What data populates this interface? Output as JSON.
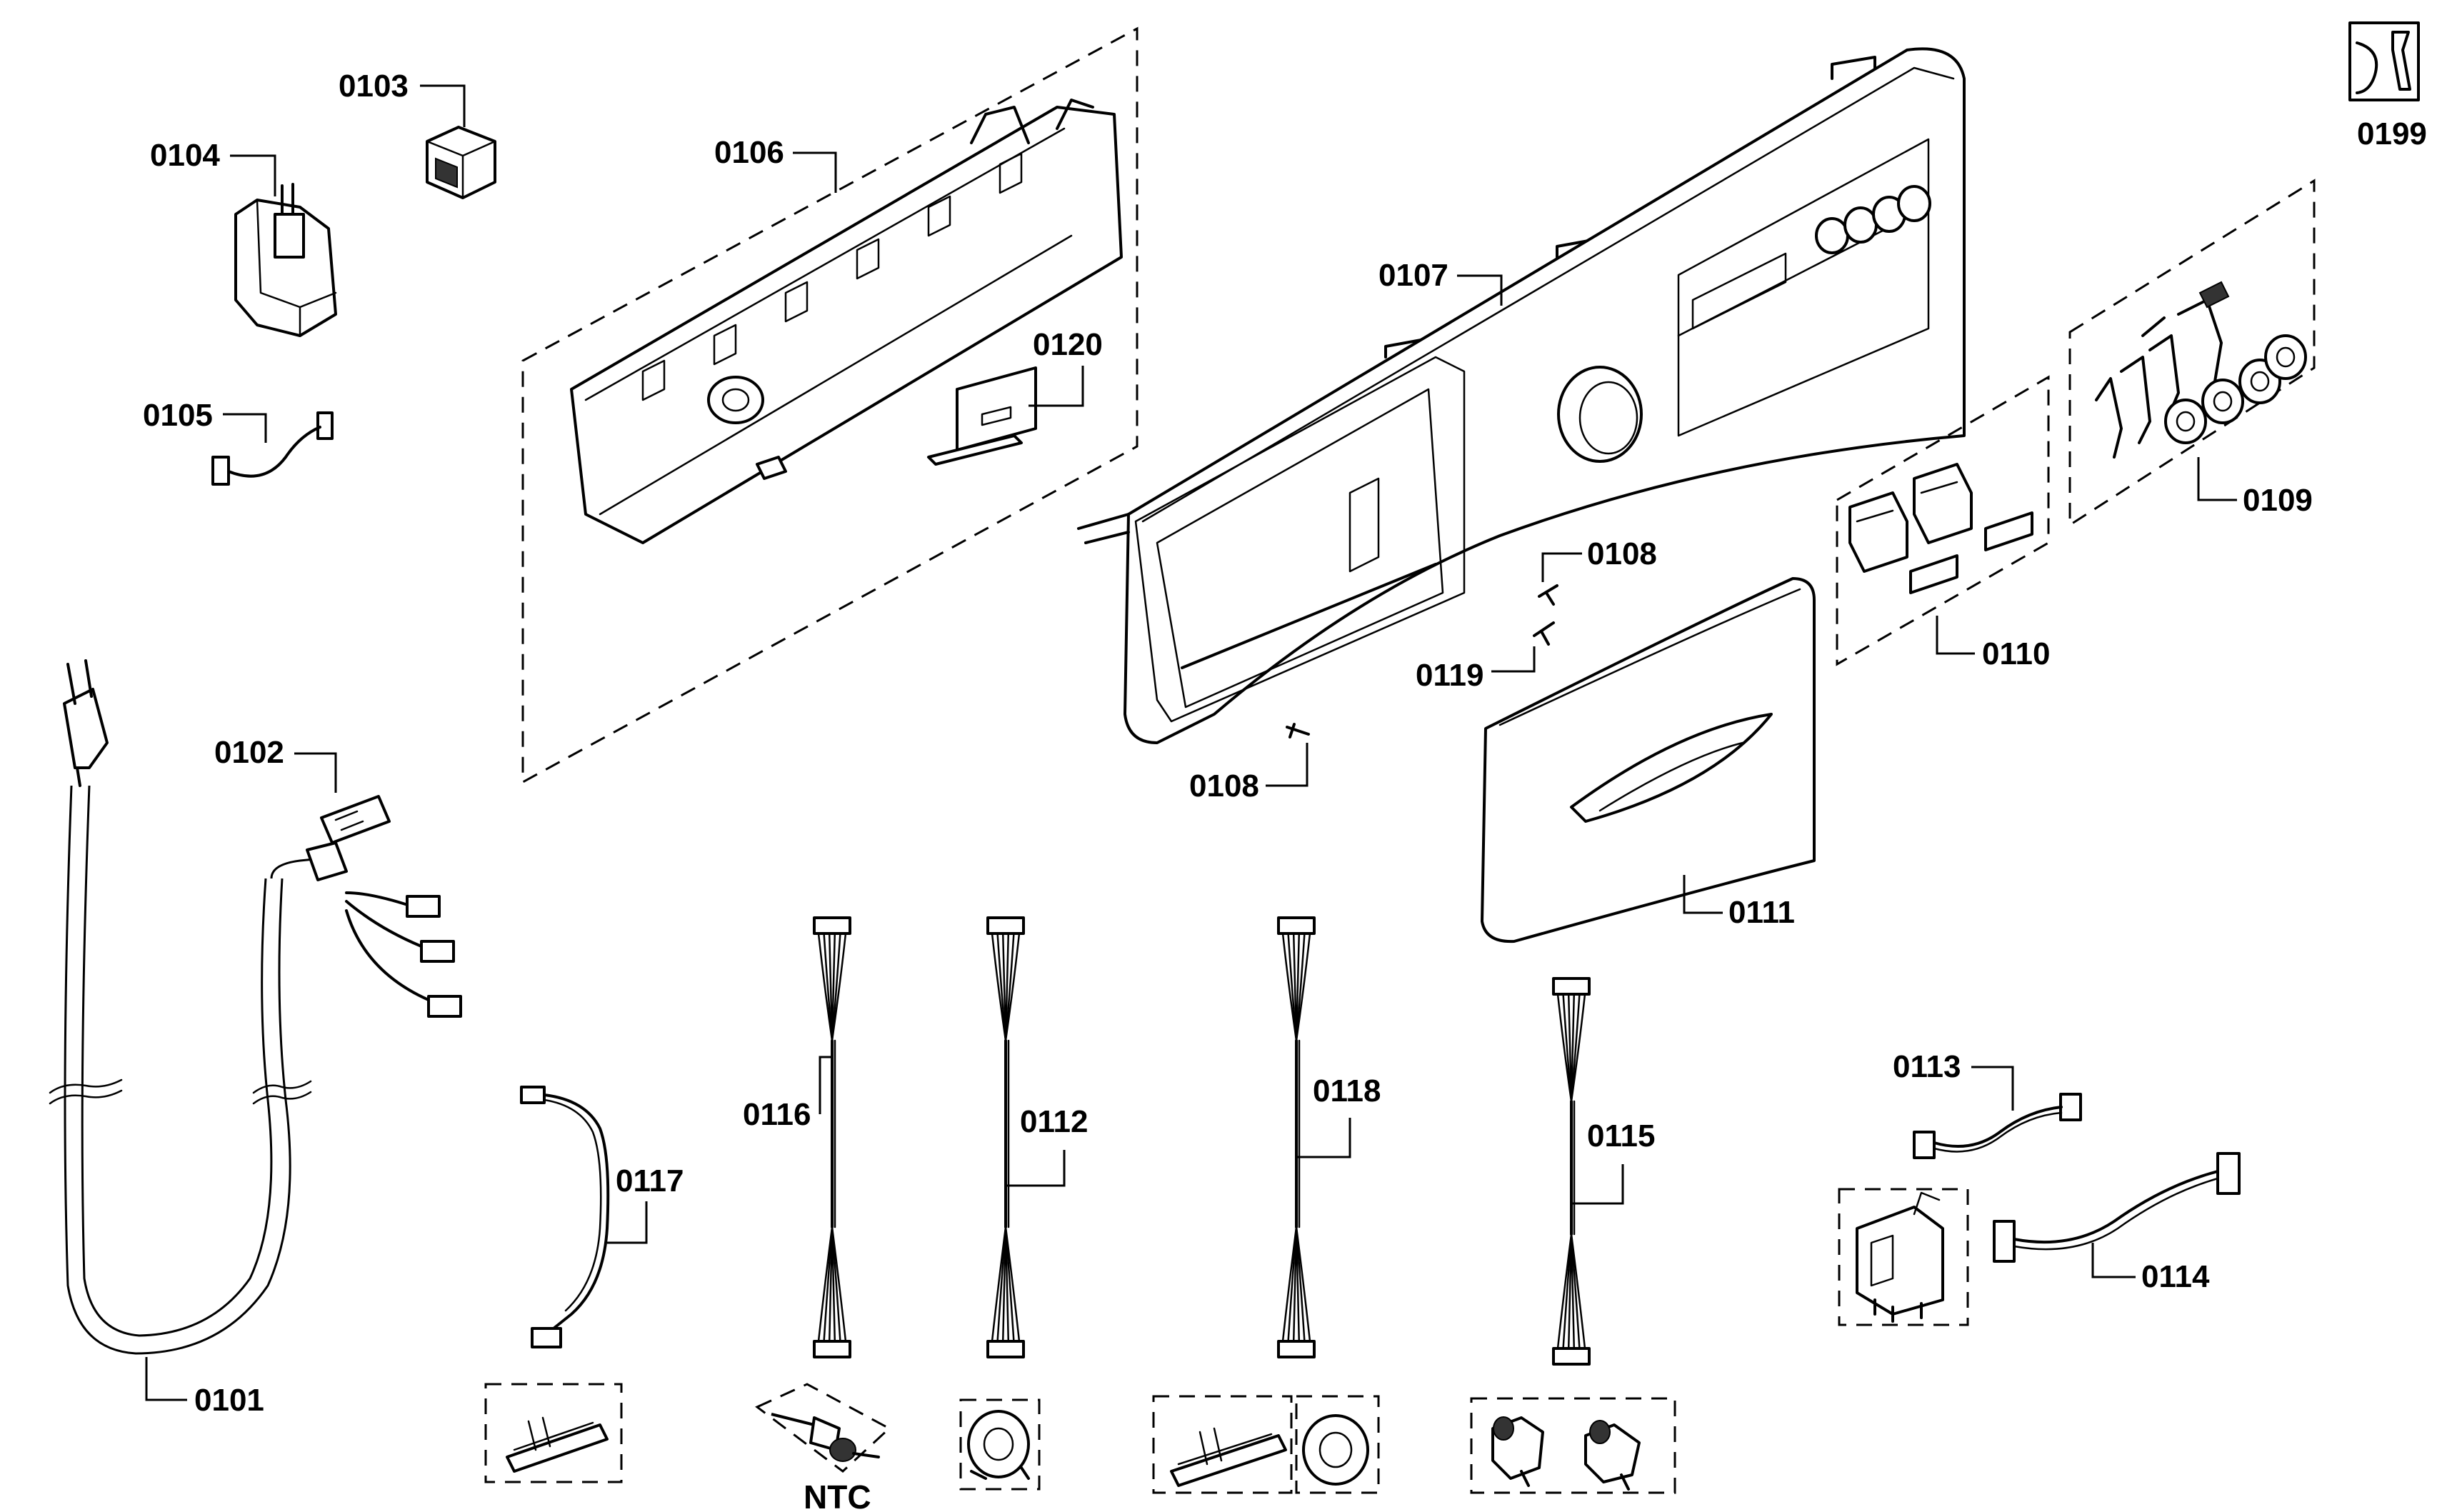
{
  "labels": {
    "p0101": "0101",
    "p0102": "0102",
    "p0103": "0103",
    "p0104": "0104",
    "p0105": "0105",
    "p0106": "0106",
    "p0107": "0107",
    "p0108a": "0108",
    "p0108b": "0108",
    "p0109": "0109",
    "p0110": "0110",
    "p0111": "0111",
    "p0112": "0112",
    "p0113": "0113",
    "p0114": "0114",
    "p0115": "0115",
    "p0116": "0116",
    "p0117": "0117",
    "p0118": "0118",
    "p0119": "0119",
    "p0120": "0120",
    "p0199": "0199",
    "ntc": "NTC"
  }
}
